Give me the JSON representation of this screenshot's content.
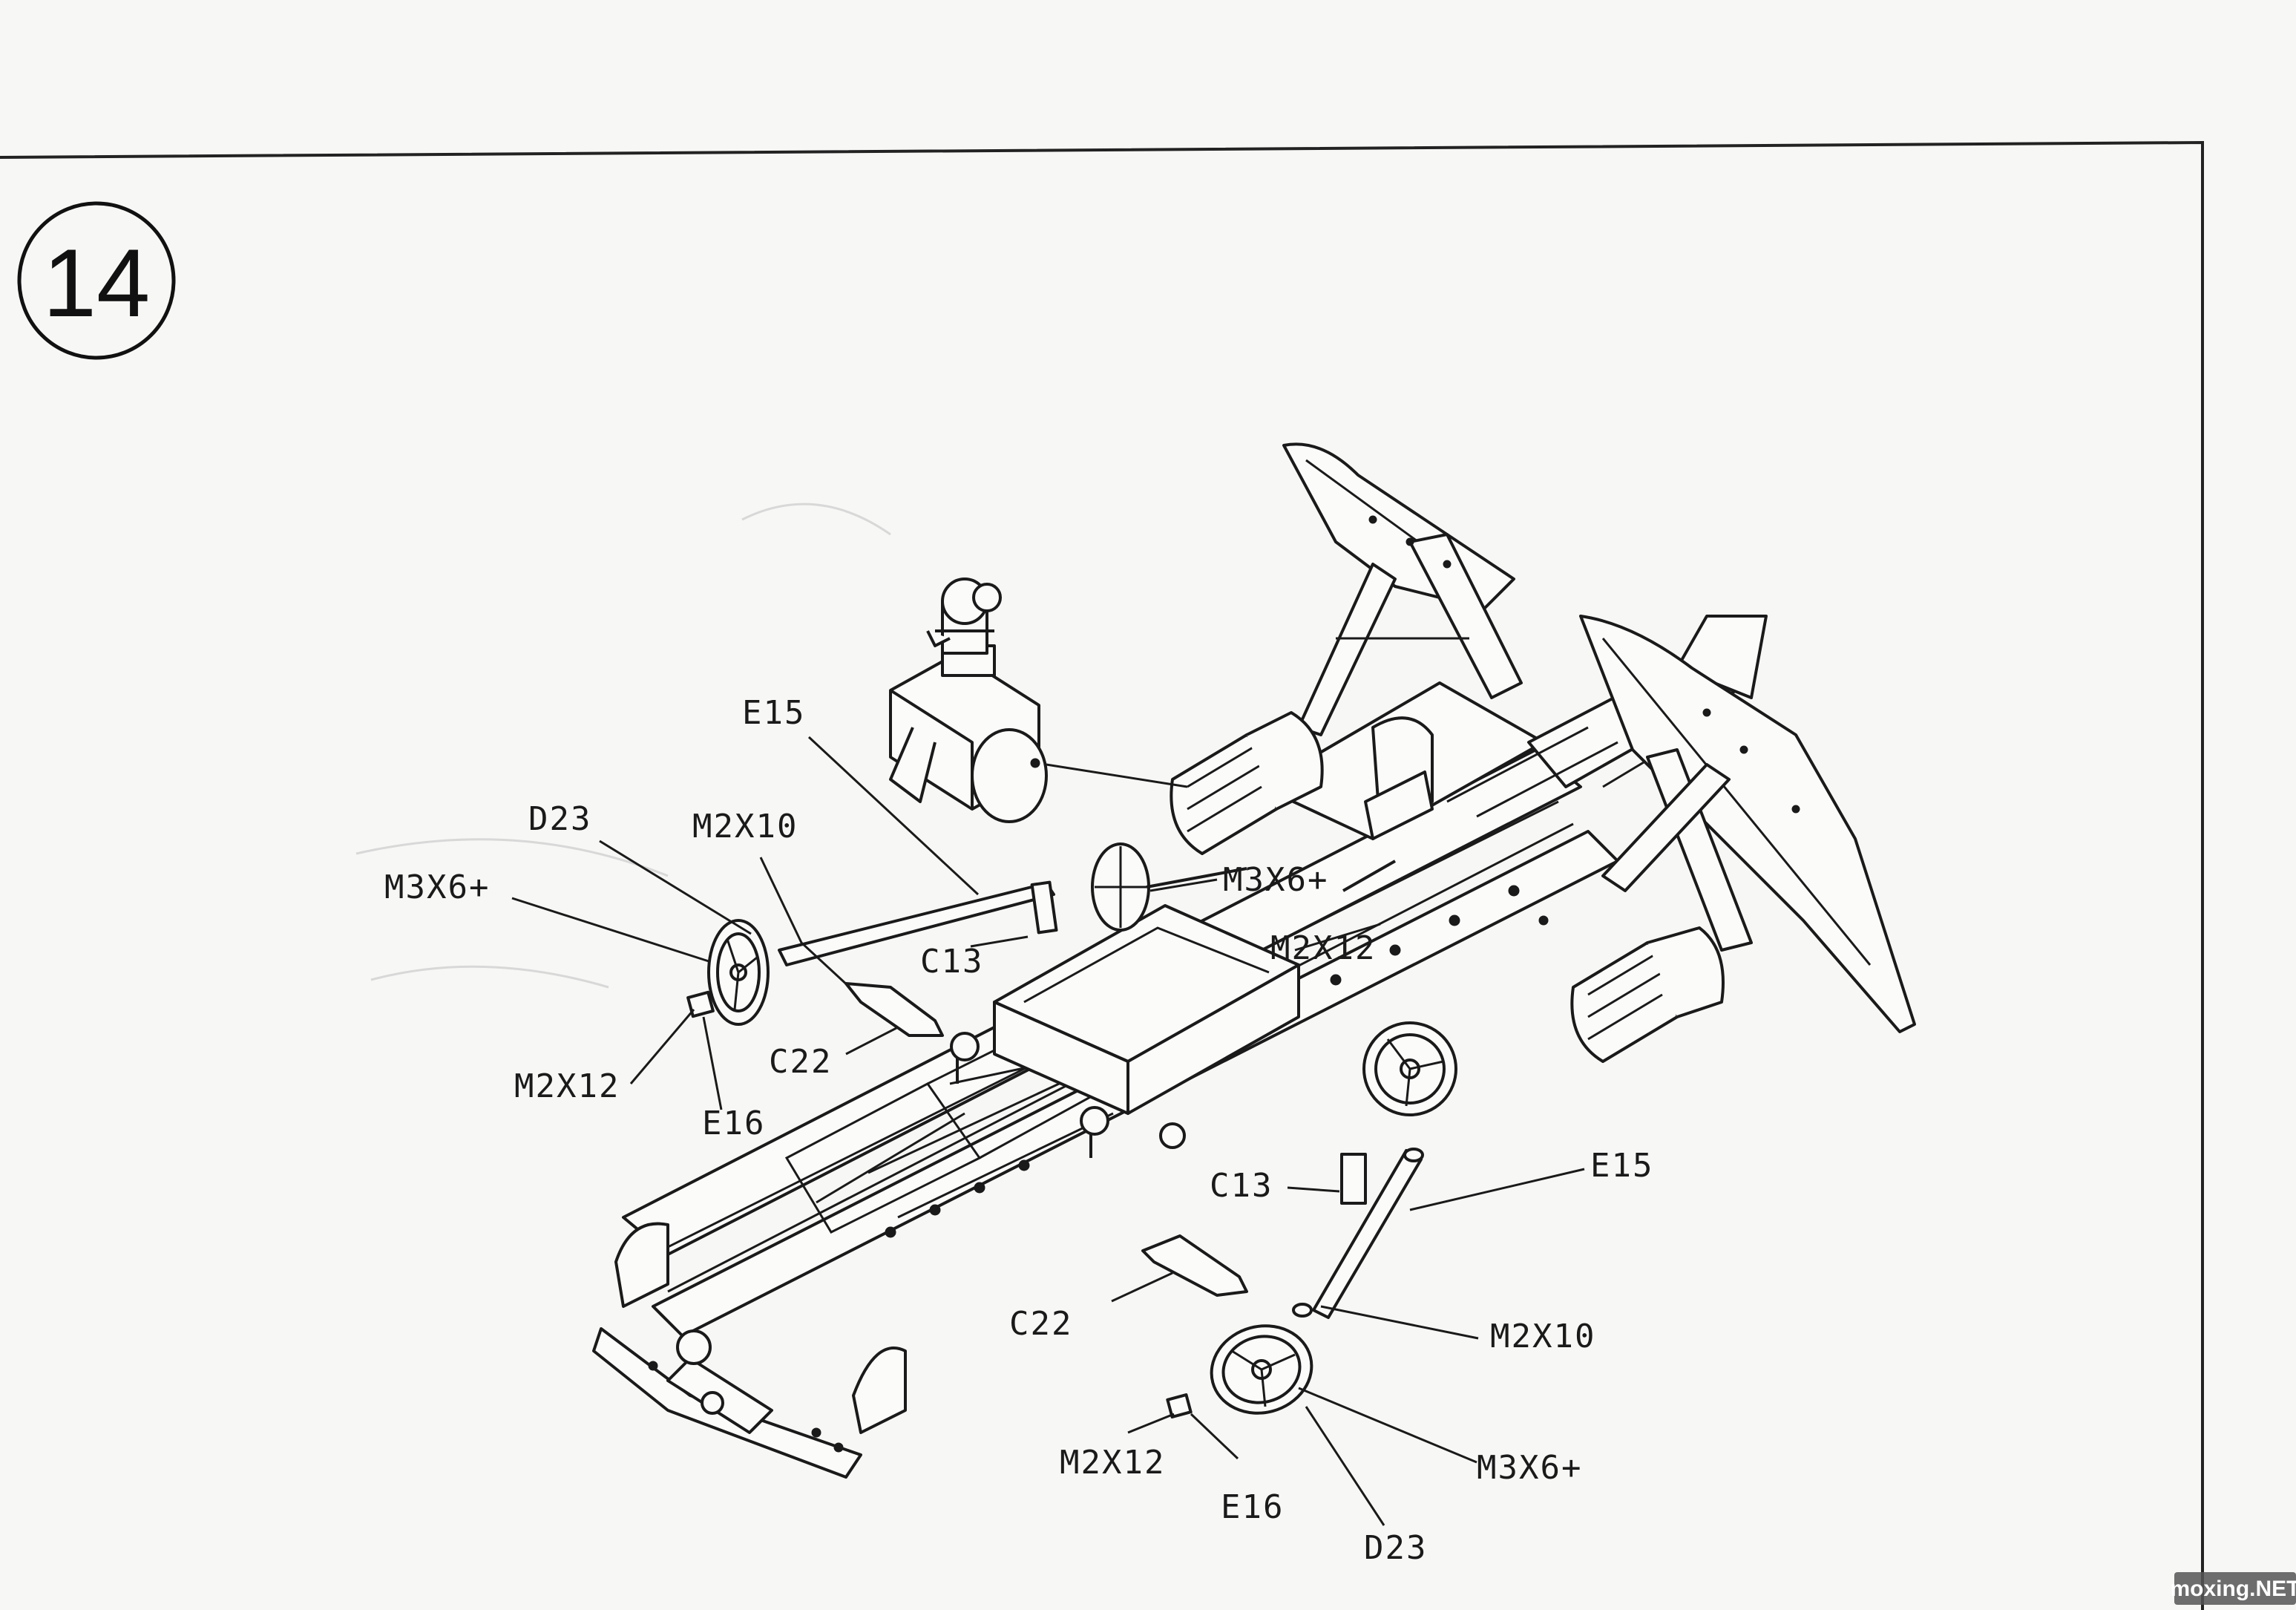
{
  "step": {
    "number": "14"
  },
  "callouts_upper_left": {
    "e15": "E15",
    "d23": "D23",
    "m2x10": "M2X10",
    "m3x6": "M3X6+",
    "c13": "C13",
    "c22": "C22",
    "m2x12": "M2X12",
    "e16": "E16"
  },
  "callouts_chassis": {
    "m3x6": "M3X6+",
    "m2x12": "M2X12"
  },
  "callouts_lower_right": {
    "c13": "C13",
    "e15": "E15",
    "c22": "C22",
    "m2x10": "M2X10",
    "m2x12": "M2X12",
    "m3x6": "M3X6+",
    "e16": "E16",
    "d23": "D23"
  },
  "watermark": "moxing.NET",
  "colors": {
    "ink": "#1a1a1a",
    "paper": "#f7f7f5"
  }
}
